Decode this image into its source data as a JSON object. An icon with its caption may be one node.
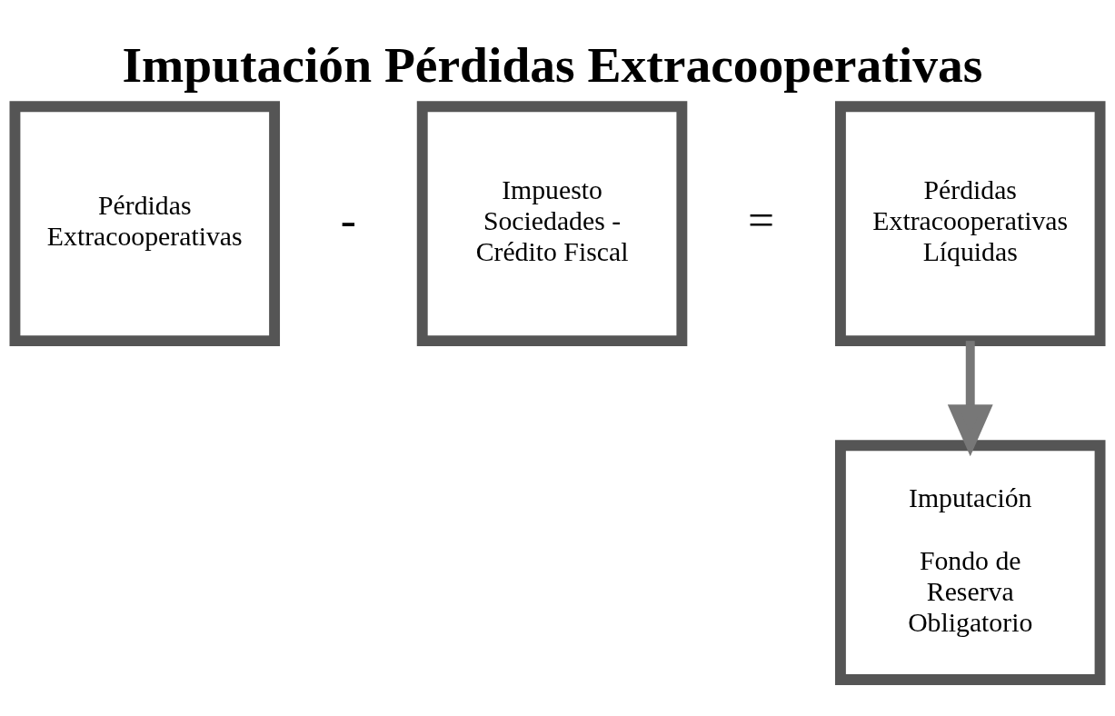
{
  "diagram": {
    "title": "Imputación Pérdidas Extracooperativas",
    "nodes": [
      {
        "text": [
          "Pérdidas Extracooperativas"
        ]
      },
      {
        "text": [
          "Impuesto Sociedades - Crédito Fiscal"
        ]
      },
      {
        "text": [
          "Pérdidas Extracooperativas Líquidas"
        ]
      },
      {
        "text": [
          "Imputación",
          "Fondo de Reserva Obligatorio"
        ]
      }
    ],
    "edges": [
      {
        "from": 2,
        "to": 3,
        "arrow": "to"
      }
    ],
    "labels": [
      "-",
      "="
    ]
  }
}
